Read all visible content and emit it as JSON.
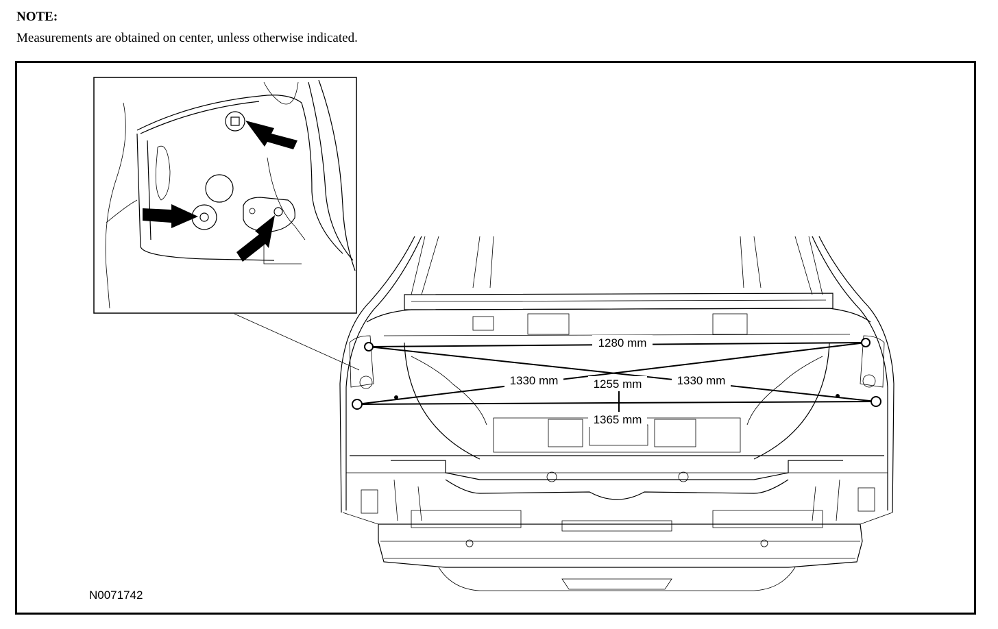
{
  "note": {
    "heading": "NOTE:",
    "text": "Measurements are obtained on center, unless otherwise indicated."
  },
  "figure": {
    "id": "N0071742",
    "measurements": {
      "upper_width": "1280 mm",
      "diagonal_left": "1330 mm",
      "diagonal_right": "1330 mm",
      "vertical": "1255 mm",
      "lower_width": "1365 mm"
    },
    "icons": {
      "inset": "detail-inset-icon",
      "arrow": "pointer-arrow-icon",
      "vehicle": "rear-body-structure-icon"
    }
  }
}
